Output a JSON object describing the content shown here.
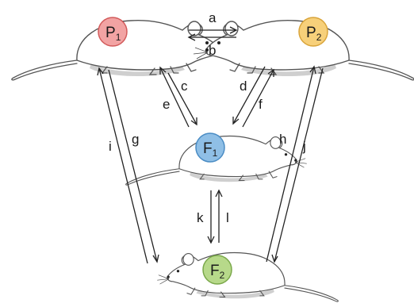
{
  "generations": {
    "p1": {
      "letter": "P",
      "sub": "1",
      "color": "#f2a3a3",
      "stroke": "#d25b5b"
    },
    "p2": {
      "letter": "P",
      "sub": "2",
      "color": "#f7d07a",
      "stroke": "#d9a43a"
    },
    "f1": {
      "letter": "F",
      "sub": "1",
      "color": "#8fbfe6",
      "stroke": "#4a8cc4"
    },
    "f2": {
      "letter": "F",
      "sub": "2",
      "color": "#b7d98a",
      "stroke": "#7aa84a"
    }
  },
  "arrows": {
    "a": "a",
    "b": "b",
    "c": "c",
    "d": "d",
    "e": "e",
    "f": "f",
    "g": "g",
    "h": "h",
    "i": "i",
    "j": "j",
    "k": "k",
    "l": "l"
  }
}
